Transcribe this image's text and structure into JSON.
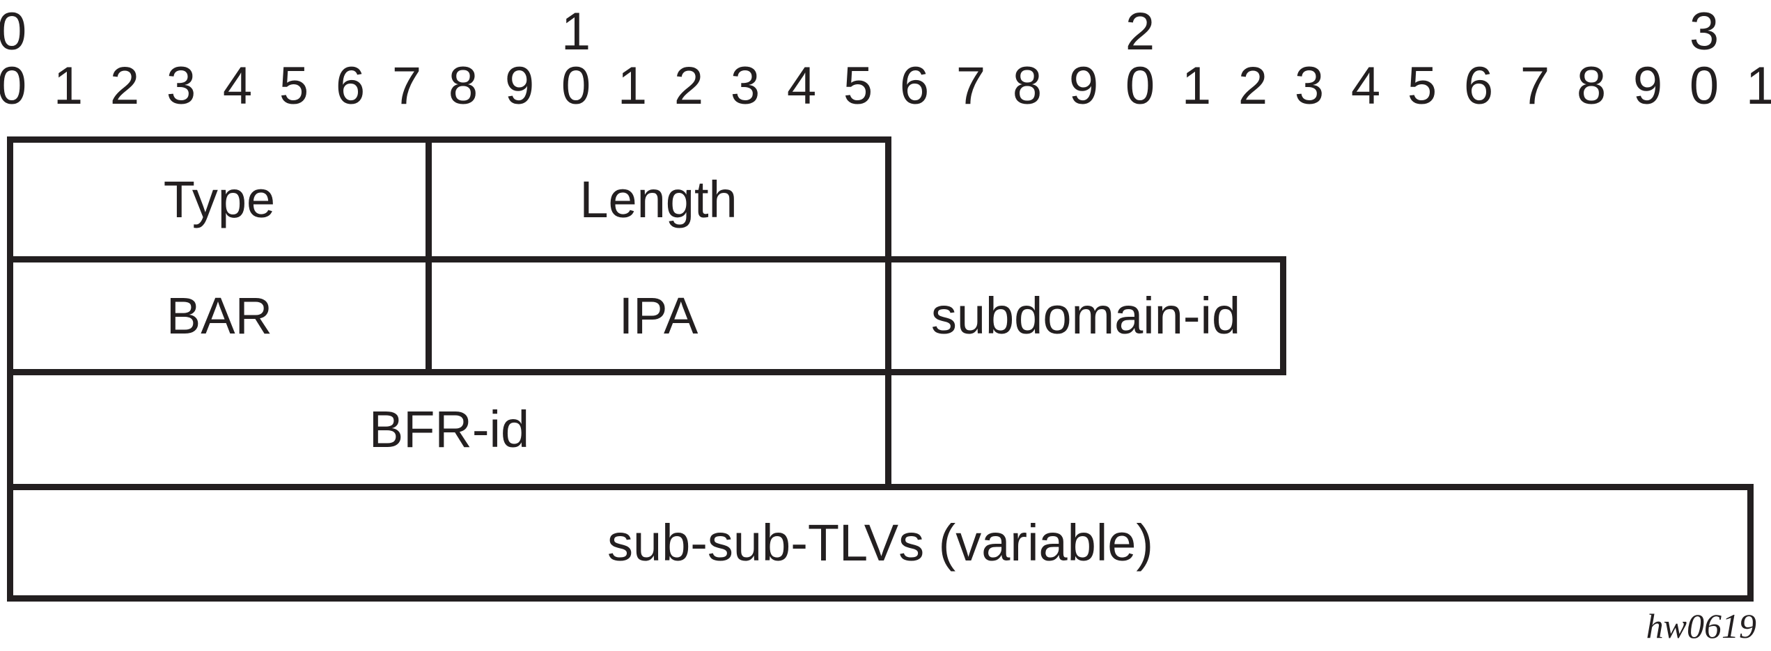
{
  "figure": {
    "caption": "hw0619",
    "colors": {
      "line": "#231f20",
      "text": "#231f20",
      "background": "#ffffff"
    }
  },
  "ruler": {
    "tens": [
      "0",
      "1",
      "2",
      "3"
    ],
    "bits": [
      "0",
      "1",
      "2",
      "3",
      "4",
      "5",
      "6",
      "7",
      "8",
      "9",
      "0",
      "1",
      "2",
      "3",
      "4",
      "5",
      "6",
      "7",
      "8",
      "9",
      "0",
      "1",
      "2",
      "3",
      "4",
      "5",
      "6",
      "7",
      "8",
      "9",
      "0",
      "1"
    ]
  },
  "fields": {
    "type": {
      "label": "Type"
    },
    "length": {
      "label": "Length"
    },
    "bar": {
      "label": "BAR"
    },
    "ipa": {
      "label": "IPA"
    },
    "subdomain_id": {
      "label": "subdomain-id"
    },
    "bfr_id": {
      "label": "BFR-id"
    },
    "sub_sub_tlvs": {
      "label": "sub-sub-TLVs (variable)"
    }
  }
}
